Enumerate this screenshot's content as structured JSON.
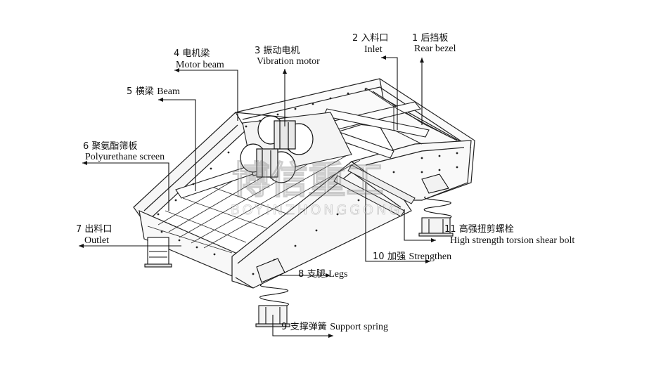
{
  "labels": {
    "rear_bezel": {
      "num": "1",
      "cn": "后挡板",
      "en": "Rear bezel"
    },
    "inlet": {
      "num": "2",
      "cn": "入料口",
      "en": "Inlet"
    },
    "vibration_motor": {
      "num": "3",
      "cn": "振动电机",
      "en": "Vibration motor"
    },
    "motor_beam": {
      "num": "4",
      "cn": "电机梁",
      "en": "Motor beam"
    },
    "beam": {
      "num": "5",
      "cn": "横梁",
      "en": "Beam"
    },
    "polyurethane_screen": {
      "num": "6",
      "cn": "聚氨酯筛板",
      "en": "Polyurethane screen"
    },
    "outlet": {
      "num": "7",
      "cn": "出料口",
      "en": "Outlet"
    },
    "legs": {
      "num": "8",
      "cn": "支腿",
      "en": "Legs"
    },
    "support_spring": {
      "num": "9",
      "cn": "支撑弹簧",
      "en": "Support spring"
    },
    "strengthen": {
      "num": "10",
      "cn": "加强",
      "en": "Strengthen"
    },
    "shear_bolt": {
      "num": "11",
      "cn": "高强扭剪螺栓",
      "en": "High strength torsion shear bolt"
    }
  },
  "watermark": {
    "cn": "博信重工",
    "en": "BOYINZHONGGONG"
  }
}
